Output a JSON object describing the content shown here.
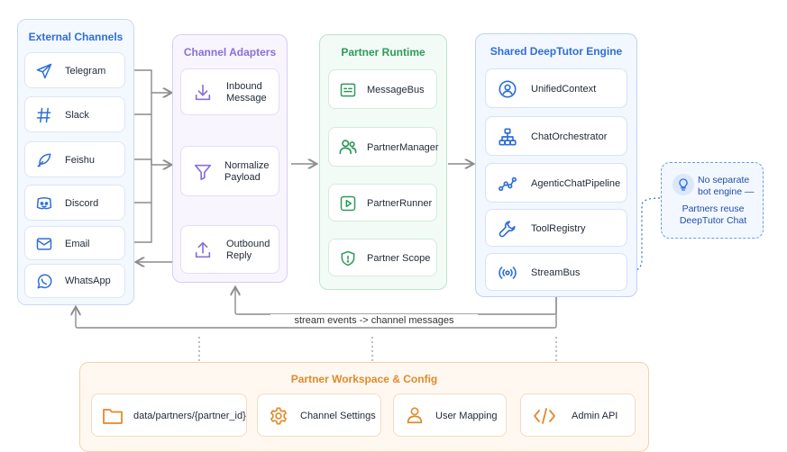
{
  "external": {
    "title": "External Channels",
    "items": [
      {
        "label": "Telegram",
        "icon": "send-icon"
      },
      {
        "label": "Slack",
        "icon": "hash-icon"
      },
      {
        "label": "Feishu",
        "icon": "feather-icon"
      },
      {
        "label": "Discord",
        "icon": "discord-icon"
      },
      {
        "label": "Email",
        "icon": "mail-icon"
      },
      {
        "label": "WhatsApp",
        "icon": "whatsapp-icon"
      }
    ]
  },
  "adapters": {
    "title": "Channel Adapters",
    "items": [
      {
        "line1": "Inbound",
        "line2": "Message",
        "icon": "download-icon"
      },
      {
        "line1": "Normalize",
        "line2": "Payload",
        "icon": "filter-icon"
      },
      {
        "line1": "Outbound",
        "line2": "Reply",
        "icon": "upload-icon"
      }
    ]
  },
  "runtime": {
    "title": "Partner Runtime",
    "items": [
      {
        "label": "MessageBus",
        "icon": "message-bus-icon"
      },
      {
        "label": "PartnerManager",
        "icon": "users-icon"
      },
      {
        "label": "PartnerRunner",
        "icon": "play-icon"
      },
      {
        "label": "Partner Scope",
        "icon": "shield-icon"
      }
    ]
  },
  "engine": {
    "title": "Shared DeepTutor Engine",
    "items": [
      {
        "label": "UnifiedContext",
        "icon": "user-circle-icon"
      },
      {
        "label": "ChatOrchestrator",
        "icon": "hierarchy-icon"
      },
      {
        "label": "AgenticChatPipeline",
        "icon": "pipeline-icon"
      },
      {
        "label": "ToolRegistry",
        "icon": "wrench-icon"
      },
      {
        "label": "StreamBus",
        "icon": "broadcast-icon"
      }
    ]
  },
  "note": {
    "line1": "No separate",
    "line2": "bot engine —",
    "line3": "Partners reuse",
    "line4": "DeepTutor Chat",
    "icon": "lightbulb-icon"
  },
  "stream_label": "stream events -> channel messages",
  "workspace": {
    "title": "Partner Workspace & Config",
    "items": [
      {
        "label": "data/partners/{partner_id}",
        "icon": "folder-icon"
      },
      {
        "label": "Channel Settings",
        "icon": "gear-icon"
      },
      {
        "label": "User Mapping",
        "icon": "user-icon"
      },
      {
        "label": "Admin API",
        "icon": "code-icon"
      }
    ]
  },
  "colors": {
    "external": "#2f6fd6",
    "adapters": "#8b6fd6",
    "runtime": "#2e9a5a",
    "engine": "#2f6fd6",
    "workspace": "#e08a2c",
    "wire": "#8c8c8c"
  }
}
